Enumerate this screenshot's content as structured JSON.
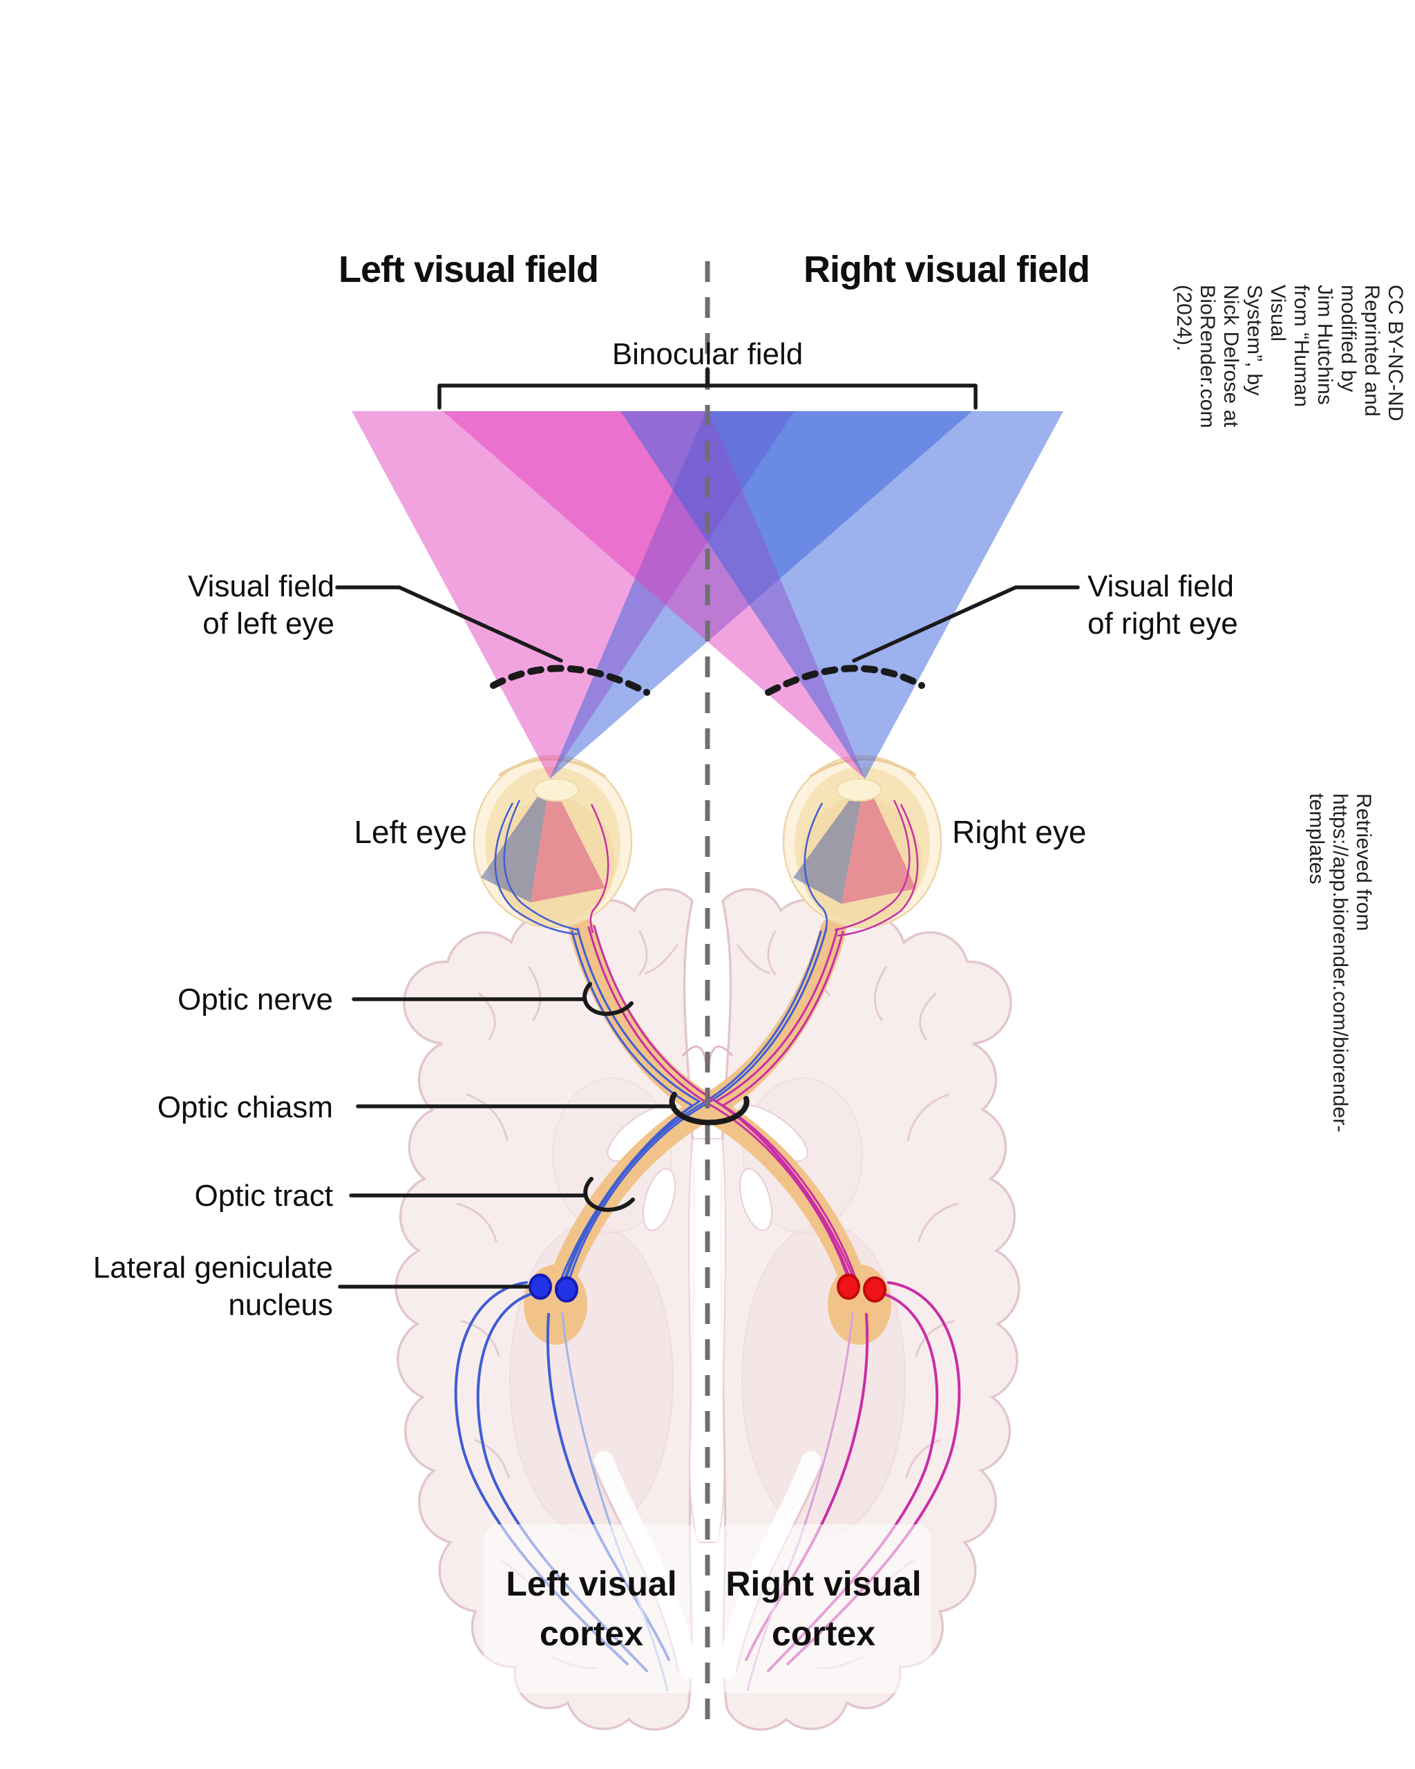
{
  "titles": {
    "left_visual_field": "Left visual field",
    "right_visual_field": "Right visual field"
  },
  "labels": {
    "binocular_field": "Binocular field",
    "visual_field_left_eye": [
      "Visual field",
      "of left eye"
    ],
    "visual_field_right_eye": [
      "Visual field",
      "of right eye"
    ],
    "left_eye": "Left eye",
    "right_eye": "Right eye",
    "optic_nerve": "Optic nerve",
    "optic_chiasm": "Optic chiasm",
    "optic_tract": "Optic tract",
    "lateral_geniculate_nucleus": [
      "Lateral geniculate",
      "nucleus"
    ],
    "left_visual_cortex": [
      "Left visual",
      "cortex"
    ],
    "right_visual_cortex": [
      "Right visual",
      "cortex"
    ]
  },
  "attribution": {
    "line1": "CC BY-NC-ND Reprinted and modified by Jim Hutchins from “Human Visual System”, by Nick Delrose at BioRender.com (2024).",
    "line2": "Retrieved from https://app.biorender.com/biorender-templates"
  },
  "colors": {
    "cone_pink": "#e23cbb",
    "cone_blue": "#3a64dc",
    "pathway_tan": "#f1c388",
    "axon_blue": "#3f5ed6",
    "axon_magenta": "#c92ea6",
    "radiation_blue_light": "#9db4e8",
    "radiation_magenta_light": "#d9a0dc",
    "lgn_dot_blue": "#2233e6",
    "lgn_dot_blue_rim": "#141bb4",
    "lgn_dot_red": "#ef1418",
    "lgn_dot_red_rim": "#c00b0e",
    "brain_fill": "#f8eded",
    "brain_stroke": "#e3c6cc",
    "sulci_stroke": "#e6cad0",
    "eye_ball": "#f7e3b8",
    "eye_halo": "#fdf2dd",
    "eye_rim": "#edd6a6",
    "eye_sector_pink": "#d94b84",
    "eye_sector_blue": "#465aa5",
    "midline_gray": "#6f6f6f",
    "annotation_black": "#1a1a1a"
  }
}
